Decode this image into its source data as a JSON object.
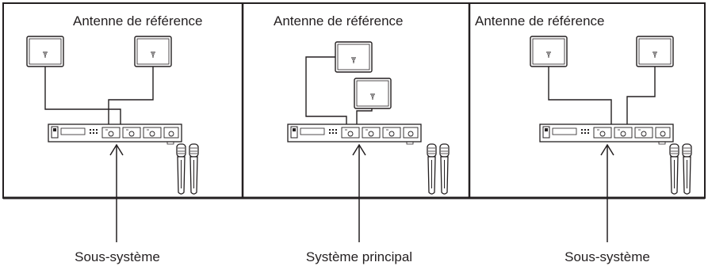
{
  "panels": [
    {
      "title": "Antenne de référence",
      "system_label": "Sous-système"
    },
    {
      "title": "Antenne de référence",
      "system_label": "Système principal"
    },
    {
      "title": "Antenne de référence",
      "system_label": "Sous-système"
    }
  ],
  "colors": {
    "line": "#231f20",
    "background": "#ffffff"
  },
  "icons": [
    "antenna-icon",
    "receiver-icon",
    "microphone-icon"
  ]
}
